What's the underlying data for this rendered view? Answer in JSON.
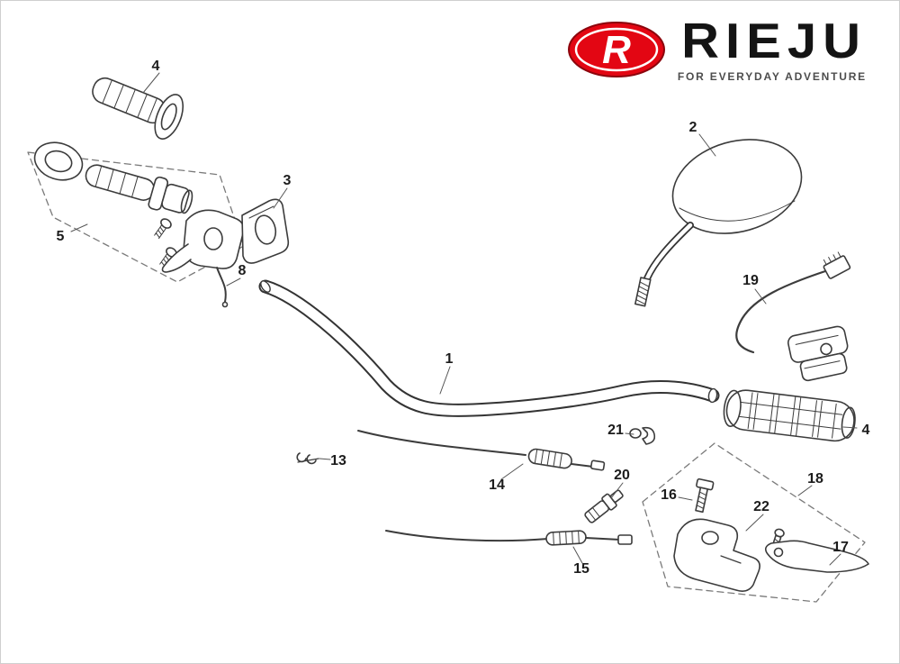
{
  "page": {
    "background": "#ffffff",
    "border_color": "#cfcfcf",
    "line_color": "#3c3c3c"
  },
  "logo": {
    "badge_letter": "R",
    "brand": "RIEJU",
    "tagline": "FOR EVERYDAY ADVENTURE",
    "accent_red": "#e30613",
    "brand_color": "#141414",
    "tagline_color": "#4d4d4d"
  },
  "diagram": {
    "labels": [
      {
        "text": "4"
      },
      {
        "text": "5"
      },
      {
        "text": "3"
      },
      {
        "text": "8"
      },
      {
        "text": "2"
      },
      {
        "text": "19"
      },
      {
        "text": "1"
      },
      {
        "text": "4"
      },
      {
        "text": "21"
      },
      {
        "text": "13"
      },
      {
        "text": "14"
      },
      {
        "text": "20"
      },
      {
        "text": "16"
      },
      {
        "text": "22"
      },
      {
        "text": "18"
      },
      {
        "text": "17"
      },
      {
        "text": "15"
      }
    ]
  }
}
